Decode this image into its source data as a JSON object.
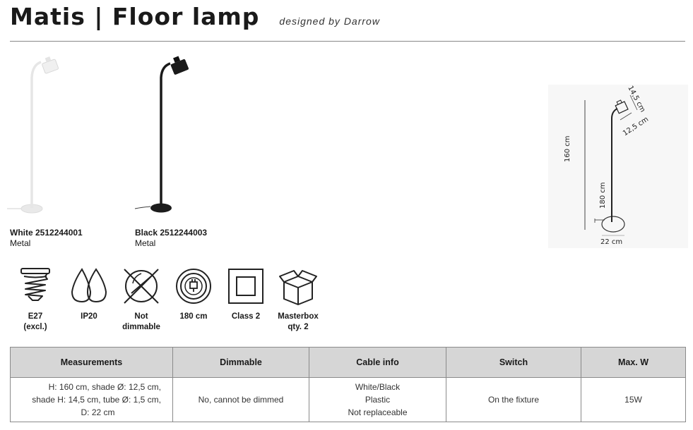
{
  "header": {
    "title": "Matis | Floor lamp",
    "subtitle": "designed by Darrow"
  },
  "variants": [
    {
      "name": "White 2512244001",
      "material": "Metal",
      "color": "#eeeeee"
    },
    {
      "name": "Black 2512244003",
      "material": "Metal",
      "color": "#1a1a1a"
    }
  ],
  "dimensions": {
    "total_height": "160 cm",
    "cable": "180 cm",
    "shade_height": "14,5 cm",
    "shade_diameter": "12,5 cm",
    "base": "22 cm"
  },
  "features": [
    {
      "icon": "e27-bulb-icon",
      "label_line1": "E27",
      "label_line2": "(excl.)"
    },
    {
      "icon": "ip20-drops-icon",
      "label_line1": "IP20",
      "label_line2": ""
    },
    {
      "icon": "not-dimmable-icon",
      "label_line1": "Not",
      "label_line2": "dimmable"
    },
    {
      "icon": "cable-plug-icon",
      "label_line1": "180 cm",
      "label_line2": ""
    },
    {
      "icon": "class2-icon",
      "label_line1": "Class 2",
      "label_line2": ""
    },
    {
      "icon": "masterbox-icon",
      "label_line1": "Masterbox",
      "label_line2": "qty. 2"
    }
  ],
  "spec_table": {
    "headers": [
      "Measurements",
      "Dimmable",
      "Cable info",
      "Switch",
      "Max. W"
    ],
    "measurements": [
      "H: 160 cm, shade Ø: 12,5 cm,",
      "shade H: 14,5 cm, tube Ø: 1,5 cm,",
      "D: 22 cm"
    ],
    "dimmable": "No, cannot be dimmed",
    "cable_info": [
      "White/Black",
      "Plastic",
      "Not replaceable"
    ],
    "switch": "On the fixture",
    "max_w": "15W"
  }
}
